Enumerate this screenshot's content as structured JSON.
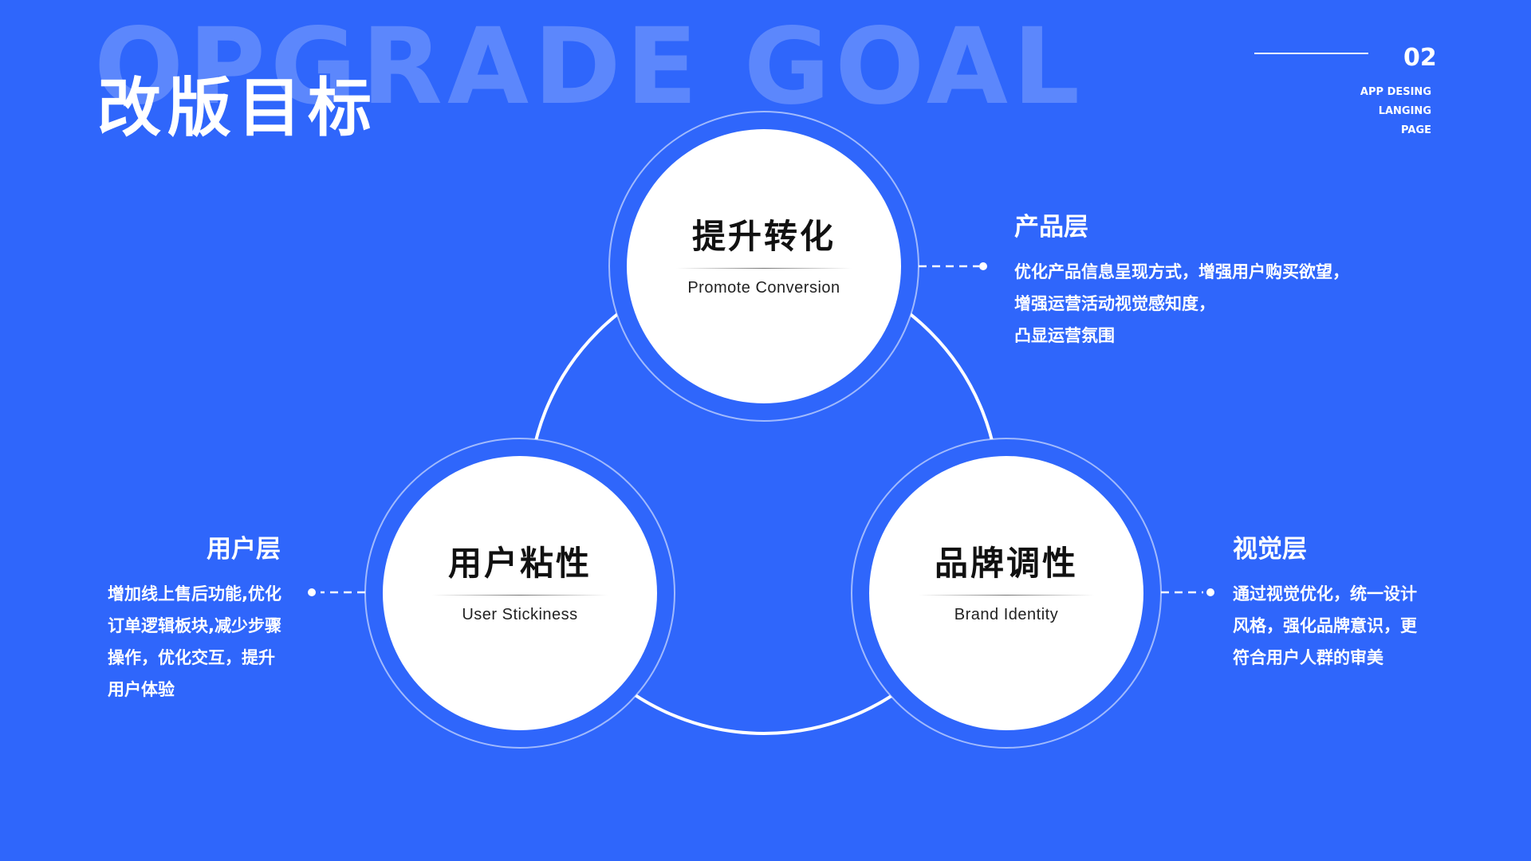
{
  "header": {
    "bg_title": "OPGRADE GOAL",
    "title": "改版目标",
    "page_number": "02",
    "caption": [
      "APP DESING",
      "LANGING",
      "PAGE"
    ]
  },
  "circles": [
    {
      "zh": "提升转化",
      "en": "Promote Conversion"
    },
    {
      "zh": "用户粘性",
      "en": "User Stickiness"
    },
    {
      "zh": "品牌调性",
      "en": "Brand Identity"
    }
  ],
  "blocks": {
    "product": {
      "head": "产品层",
      "lines": [
        "优化产品信息呈现方式，增强用户购买欲望，",
        "增强运营活动视觉感知度，",
        "凸显运营氛围"
      ]
    },
    "user": {
      "head": "用户层",
      "lines": [
        "增加线上售后功能,优化",
        "订单逻辑板块,减少步骤",
        "操作，优化交互，提升",
        "用户体验"
      ]
    },
    "visual": {
      "head": "视觉层",
      "lines": [
        "通过视觉优化，统一设计",
        "风格，强化品牌意识，更",
        "符合用户人群的审美"
      ]
    }
  },
  "colors": {
    "background": "#2f66fb",
    "circle": "#ffffff",
    "text_dark": "#111111"
  }
}
